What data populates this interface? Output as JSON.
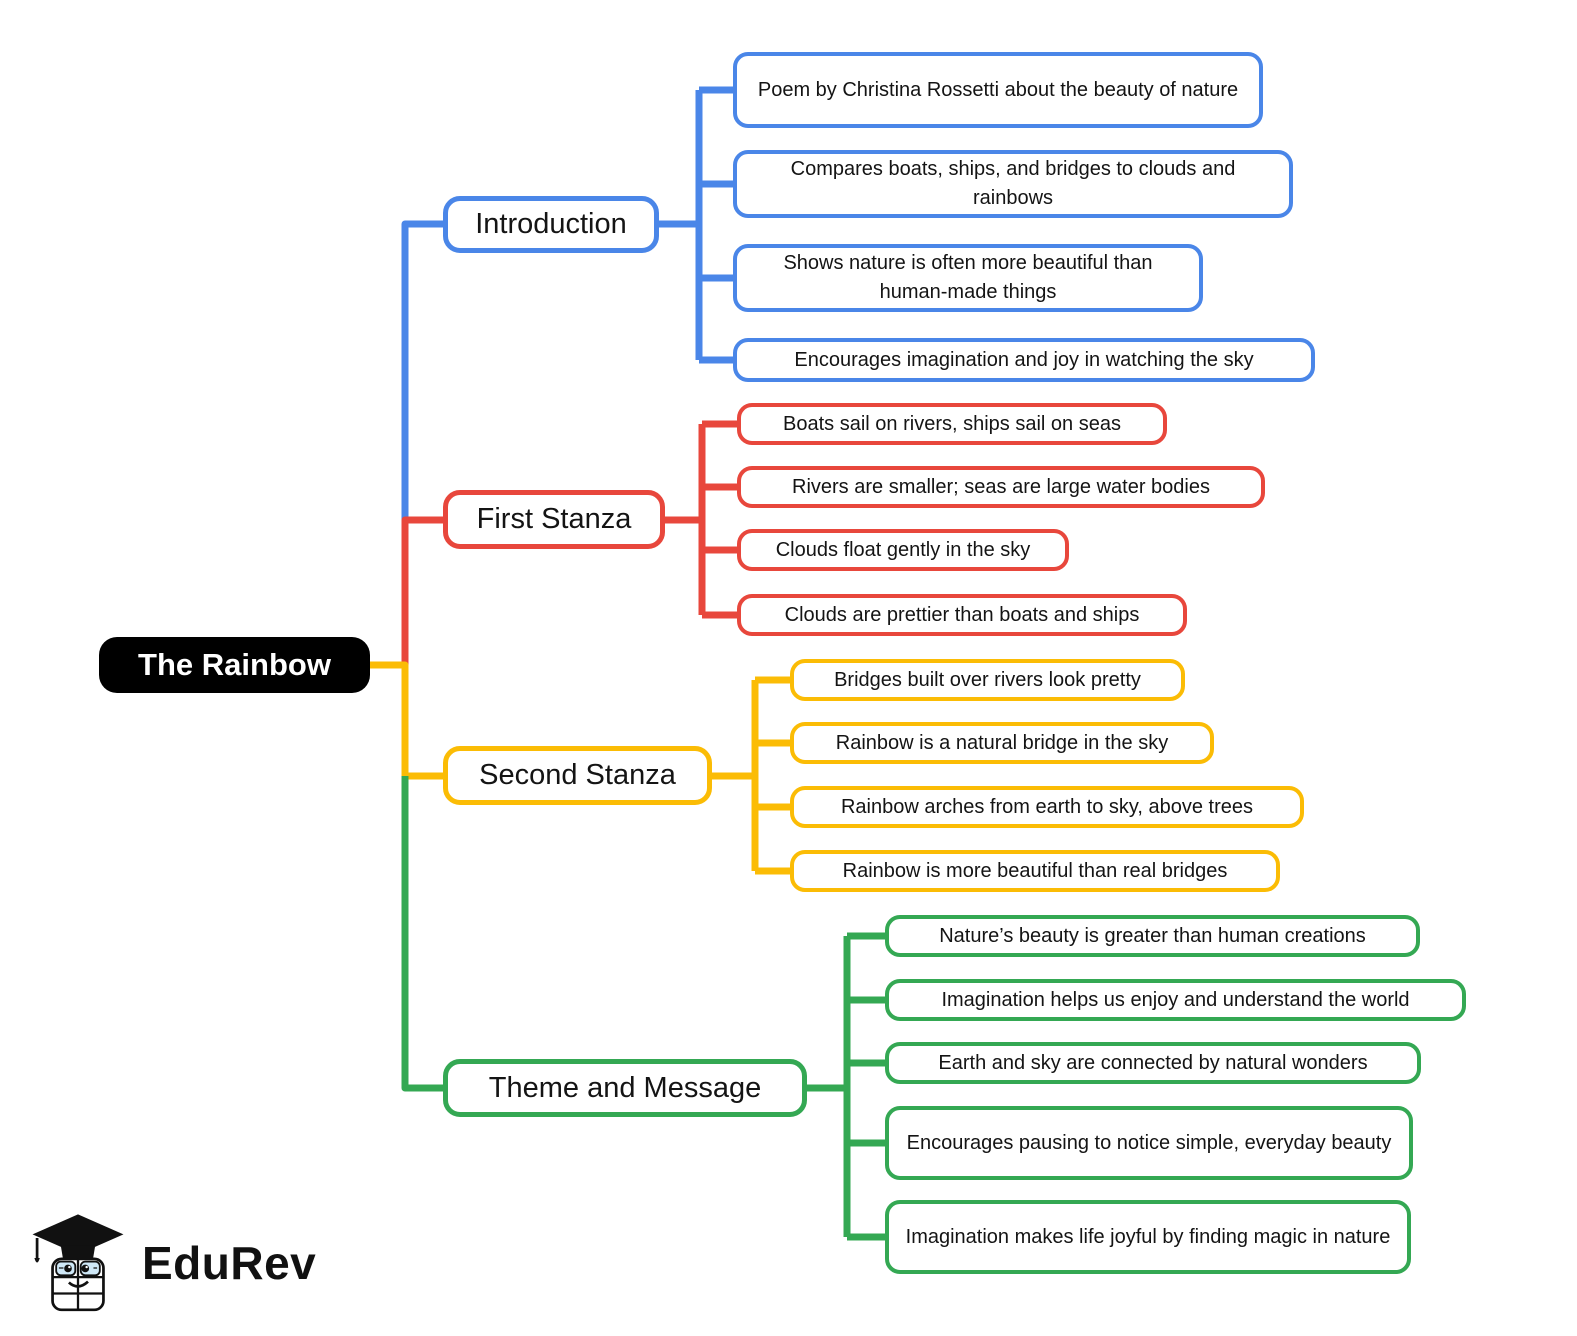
{
  "title": "The Rainbow",
  "colors": {
    "blue": "#4a86e8",
    "red": "#e8473c",
    "yellow": "#fbbc05",
    "green": "#34a853",
    "central_bg": "#000000",
    "central_text": "#ffffff",
    "text": "#141414",
    "background": "#ffffff"
  },
  "central": {
    "label": "The Rainbow"
  },
  "branches": [
    {
      "label": "Introduction",
      "color": "#4a86e8",
      "children": [
        {
          "label": "Poem by Christina Rossetti about the beauty of nature"
        },
        {
          "label": "Compares boats, ships, and bridges to clouds and rainbows"
        },
        {
          "label": "Shows nature is often more beautiful than human-made things"
        },
        {
          "label": "Encourages imagination and joy in watching the sky"
        }
      ]
    },
    {
      "label": "First Stanza",
      "color": "#e8473c",
      "children": [
        {
          "label": "Boats sail on rivers, ships sail on seas"
        },
        {
          "label": "Rivers are smaller; seas are large water bodies"
        },
        {
          "label": "Clouds float gently in the sky"
        },
        {
          "label": "Clouds are prettier than boats and ships"
        }
      ]
    },
    {
      "label": "Second Stanza",
      "color": "#fbbc05",
      "children": [
        {
          "label": "Bridges built over rivers look pretty"
        },
        {
          "label": "Rainbow is a natural bridge in the sky"
        },
        {
          "label": "Rainbow arches from earth to sky, above trees"
        },
        {
          "label": "Rainbow is more beautiful than real bridges"
        }
      ]
    },
    {
      "label": "Theme and Message",
      "color": "#34a853",
      "children": [
        {
          "label": "Nature’s beauty is greater than human creations"
        },
        {
          "label": "Imagination helps us enjoy and understand the world"
        },
        {
          "label": "Earth and sky are connected by natural wonders"
        },
        {
          "label": "Encourages pausing to notice simple, everyday beauty"
        },
        {
          "label": "Imagination makes life joyful by finding magic in nature"
        }
      ]
    }
  ],
  "logo": {
    "text": "EduRev"
  }
}
